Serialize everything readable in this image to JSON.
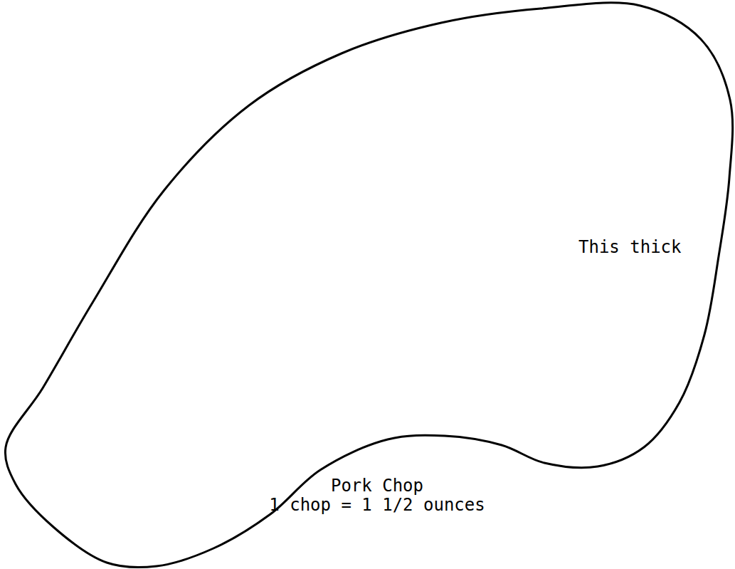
{
  "diagram": {
    "nodes": [
      {
        "text": [
          "Pork Chop",
          "1 chop = 1 1/2 ounces"
        ]
      }
    ],
    "labels": [
      "This thick"
    ]
  }
}
